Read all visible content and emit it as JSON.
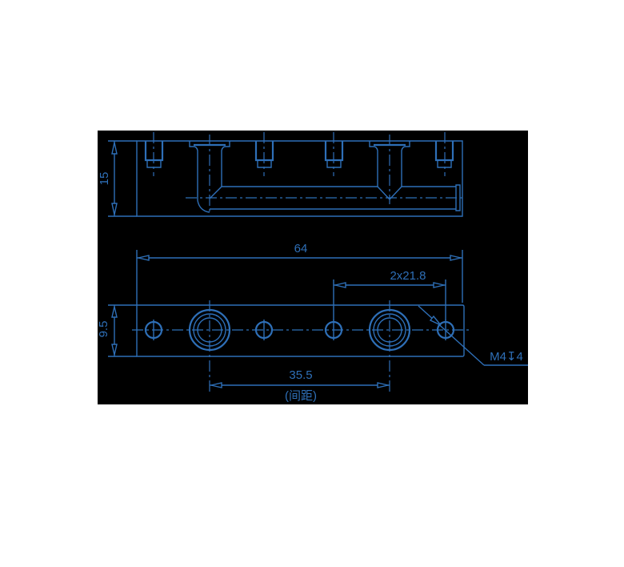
{
  "drawing": {
    "colors": {
      "background": "#ffffff",
      "panel": "#000000",
      "line": "#2e6fb7"
    },
    "top_view": {
      "height_dim": "15"
    },
    "front_view": {
      "overall_length_dim": "64",
      "hole_pitch_dim": "2x21.8",
      "width_dim": "9.5",
      "port_spacing_dim": "35.5",
      "port_spacing_note": "(间距)",
      "thread_callout": "M4↧4"
    }
  }
}
